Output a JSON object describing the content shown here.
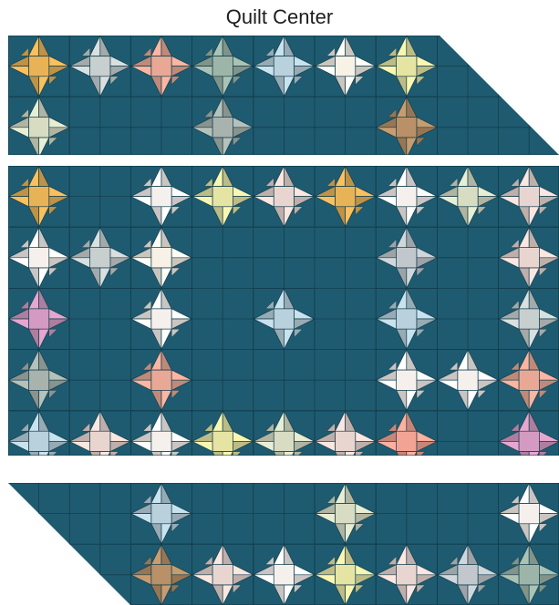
{
  "title": "Quilt Center",
  "colors": {
    "background": "#1f5b70",
    "line": "#123e4d"
  },
  "palette": [
    "#e8b257",
    "#c8cfcf",
    "#e9a895",
    "#9db5a8",
    "#b9d1dc",
    "#f7f1e6",
    "#e6e4a3",
    "#d7dcc3",
    "#b99067",
    "#a8b3ad",
    "#d49ac1",
    "#c1c7cc",
    "#e9d5cf",
    "#f6f0ec",
    "#f3a393"
  ],
  "panels": [
    {
      "name": "top-panel",
      "cols": 14,
      "rows": 4,
      "cut": "right",
      "stars": [
        {
          "col": 0,
          "row": 0,
          "color": "#e8b257"
        },
        {
          "col": 2,
          "row": 0,
          "color": "#c8cfcf"
        },
        {
          "col": 4,
          "row": 0,
          "color": "#e9a895"
        },
        {
          "col": 6,
          "row": 0,
          "color": "#9db5a8"
        },
        {
          "col": 8,
          "row": 0,
          "color": "#b9d1dc"
        },
        {
          "col": 10,
          "row": 0,
          "color": "#f7f1e6"
        },
        {
          "col": 12,
          "row": 0,
          "color": "#e6e4a3"
        },
        {
          "col": 0,
          "row": 2,
          "color": "#d7dcc3"
        },
        {
          "col": 6,
          "row": 2,
          "color": "#a8b3ad"
        },
        {
          "col": 12,
          "row": 2,
          "color": "#b99067"
        }
      ]
    },
    {
      "name": "center-panel",
      "cols": 18,
      "rows": 10,
      "cut": "none",
      "stars": [
        {
          "col": 0,
          "row": 0,
          "color": "#e8b257"
        },
        {
          "col": 4,
          "row": 0,
          "color": "#f6f0ec"
        },
        {
          "col": 6,
          "row": 0,
          "color": "#e6e4a3"
        },
        {
          "col": 8,
          "row": 0,
          "color": "#e9d5cf"
        },
        {
          "col": 10,
          "row": 0,
          "color": "#e8b257"
        },
        {
          "col": 12,
          "row": 0,
          "color": "#f6f0ec"
        },
        {
          "col": 14,
          "row": 0,
          "color": "#d7dcc3"
        },
        {
          "col": 16,
          "row": 0,
          "color": "#e9d5cf"
        },
        {
          "col": 0,
          "row": 2,
          "color": "#f6f0ec"
        },
        {
          "col": 2,
          "row": 2,
          "color": "#c8cfcf"
        },
        {
          "col": 4,
          "row": 2,
          "color": "#f7f1e6"
        },
        {
          "col": 12,
          "row": 2,
          "color": "#c1c7cc"
        },
        {
          "col": 16,
          "row": 2,
          "color": "#e9d5cf"
        },
        {
          "col": 0,
          "row": 4,
          "color": "#d49ac1"
        },
        {
          "col": 4,
          "row": 4,
          "color": "#f6f0ec"
        },
        {
          "col": 8,
          "row": 4,
          "color": "#b9d1dc"
        },
        {
          "col": 12,
          "row": 4,
          "color": "#b9d1dc"
        },
        {
          "col": 16,
          "row": 4,
          "color": "#c8cfcf"
        },
        {
          "col": 0,
          "row": 6,
          "color": "#a8b3ad"
        },
        {
          "col": 4,
          "row": 6,
          "color": "#e9a895"
        },
        {
          "col": 12,
          "row": 6,
          "color": "#f6f0ec"
        },
        {
          "col": 14,
          "row": 6,
          "color": "#f6f0ec"
        },
        {
          "col": 16,
          "row": 6,
          "color": "#e9a895"
        },
        {
          "col": 0,
          "row": 8,
          "color": "#b9d1dc"
        },
        {
          "col": 2,
          "row": 8,
          "color": "#e9d5cf"
        },
        {
          "col": 4,
          "row": 8,
          "color": "#f6f0ec"
        },
        {
          "col": 6,
          "row": 8,
          "color": "#e6e4a3"
        },
        {
          "col": 8,
          "row": 8,
          "color": "#d7dcc3"
        },
        {
          "col": 10,
          "row": 8,
          "color": "#e9d5cf"
        },
        {
          "col": 12,
          "row": 8,
          "color": "#f3a393"
        },
        {
          "col": 16,
          "row": 8,
          "color": "#d49ac1"
        }
      ]
    },
    {
      "name": "bottom-panel",
      "cols": 14,
      "rows": 4,
      "cut": "left",
      "stars": [
        {
          "col": 4,
          "row": 0,
          "color": "#b9d1dc"
        },
        {
          "col": 10,
          "row": 0,
          "color": "#d7dcc3"
        },
        {
          "col": 16,
          "row": 0,
          "color": "#f6f0ec"
        },
        {
          "col": 4,
          "row": 2,
          "color": "#b99067"
        },
        {
          "col": 6,
          "row": 2,
          "color": "#e9d5cf"
        },
        {
          "col": 8,
          "row": 2,
          "color": "#f6f0ec"
        },
        {
          "col": 10,
          "row": 2,
          "color": "#e6e4a3"
        },
        {
          "col": 12,
          "row": 2,
          "color": "#e9d5cf"
        },
        {
          "col": 14,
          "row": 2,
          "color": "#c1c7cc"
        },
        {
          "col": 16,
          "row": 2,
          "color": "#9db5a8"
        }
      ]
    }
  ]
}
